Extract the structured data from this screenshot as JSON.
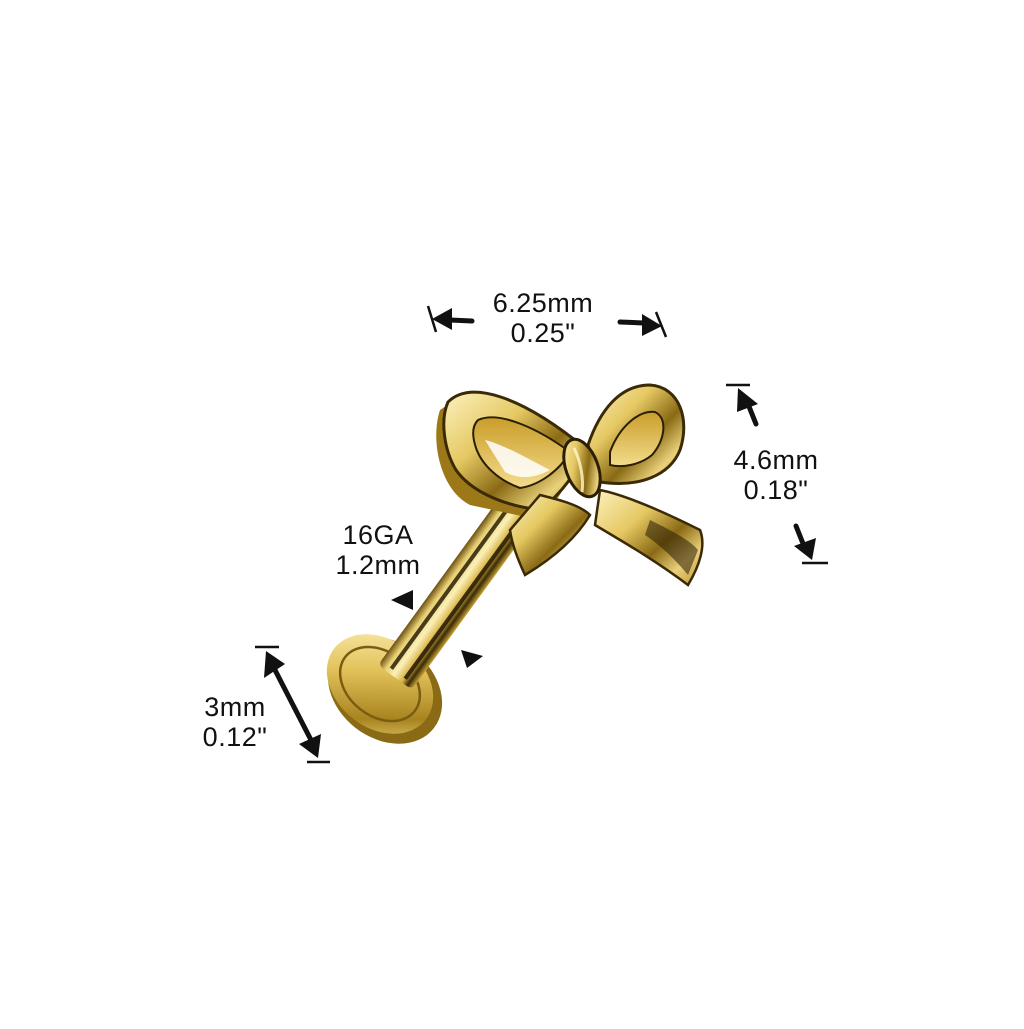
{
  "product": {
    "description": "Gold-tone bow top flat-back labret stud with dimension callouts",
    "colors": {
      "background": "#ffffff",
      "annotation": "#111111",
      "gold_light": "#f6e7a0",
      "gold_mid": "#d9b64a",
      "gold_dark": "#6b4f10",
      "gold_shadow": "#2a1e05"
    }
  },
  "dimensions": {
    "top_width": {
      "metric": "6.25mm",
      "imperial": "0.25\""
    },
    "top_height": {
      "metric": "4.6mm",
      "imperial": "0.18\""
    },
    "gauge": {
      "gauge": "16GA",
      "metric": "1.2mm"
    },
    "disc_diameter": {
      "metric": "3mm",
      "imperial": "0.12\""
    }
  }
}
